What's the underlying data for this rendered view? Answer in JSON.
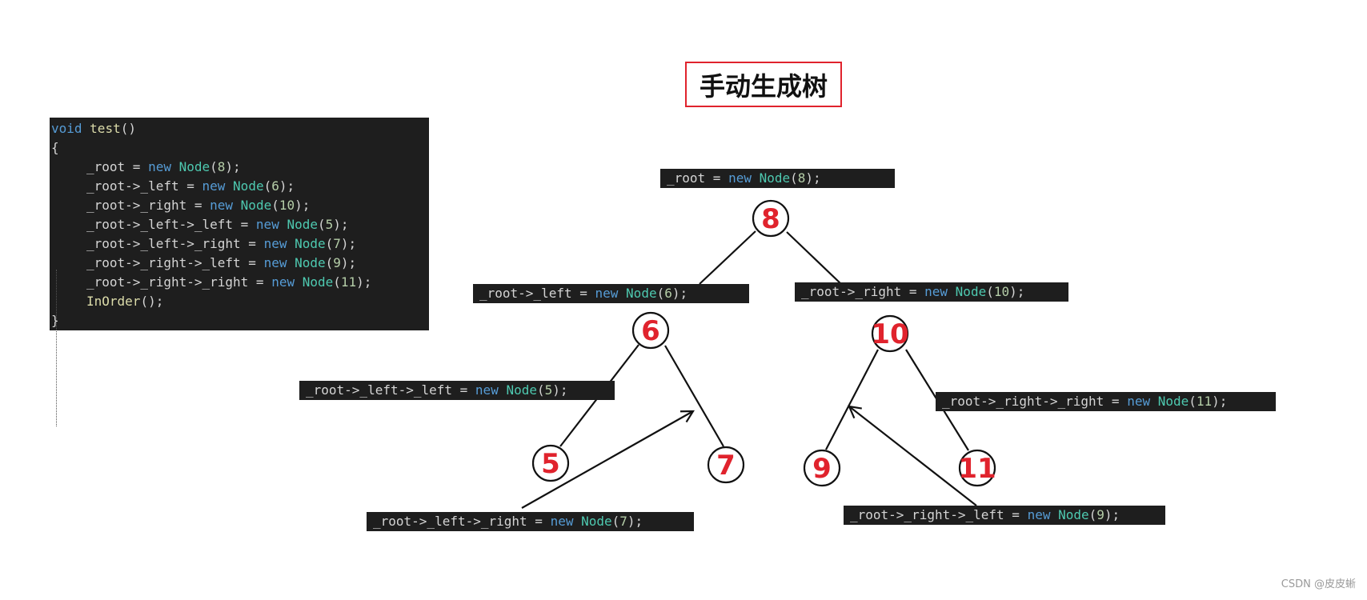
{
  "title": "手动生成树",
  "code": {
    "lines": [
      {
        "indent": false,
        "tokens": [
          {
            "t": "kw",
            "v": "void"
          },
          {
            "t": "var",
            "v": " "
          },
          {
            "t": "fn",
            "v": "test"
          },
          {
            "t": "pun",
            "v": "()"
          }
        ]
      },
      {
        "indent": false,
        "tokens": [
          {
            "t": "pun",
            "v": "{"
          }
        ]
      },
      {
        "indent": true,
        "tokens": [
          {
            "t": "var",
            "v": "_root = "
          },
          {
            "t": "kw",
            "v": "new"
          },
          {
            "t": "var",
            "v": " "
          },
          {
            "t": "cls",
            "v": "Node"
          },
          {
            "t": "pun",
            "v": "("
          },
          {
            "t": "num",
            "v": "8"
          },
          {
            "t": "pun",
            "v": ");"
          }
        ]
      },
      {
        "indent": true,
        "tokens": [
          {
            "t": "var",
            "v": "_root->_left = "
          },
          {
            "t": "kw",
            "v": "new"
          },
          {
            "t": "var",
            "v": " "
          },
          {
            "t": "cls",
            "v": "Node"
          },
          {
            "t": "pun",
            "v": "("
          },
          {
            "t": "num",
            "v": "6"
          },
          {
            "t": "pun",
            "v": ");"
          }
        ]
      },
      {
        "indent": true,
        "tokens": [
          {
            "t": "var",
            "v": "_root->_right = "
          },
          {
            "t": "kw",
            "v": "new"
          },
          {
            "t": "var",
            "v": " "
          },
          {
            "t": "cls",
            "v": "Node"
          },
          {
            "t": "pun",
            "v": "("
          },
          {
            "t": "num",
            "v": "10"
          },
          {
            "t": "pun",
            "v": ");"
          }
        ]
      },
      {
        "indent": true,
        "tokens": [
          {
            "t": "var",
            "v": "_root->_left->_left = "
          },
          {
            "t": "kw",
            "v": "new"
          },
          {
            "t": "var",
            "v": " "
          },
          {
            "t": "cls",
            "v": "Node"
          },
          {
            "t": "pun",
            "v": "("
          },
          {
            "t": "num",
            "v": "5"
          },
          {
            "t": "pun",
            "v": ");"
          }
        ]
      },
      {
        "indent": true,
        "tokens": [
          {
            "t": "var",
            "v": "_root->_left->_right = "
          },
          {
            "t": "kw",
            "v": "new"
          },
          {
            "t": "var",
            "v": " "
          },
          {
            "t": "cls",
            "v": "Node"
          },
          {
            "t": "pun",
            "v": "("
          },
          {
            "t": "num",
            "v": "7"
          },
          {
            "t": "pun",
            "v": ");"
          }
        ]
      },
      {
        "indent": true,
        "tokens": [
          {
            "t": "var",
            "v": "_root->_right->_left = "
          },
          {
            "t": "kw",
            "v": "new"
          },
          {
            "t": "var",
            "v": " "
          },
          {
            "t": "cls",
            "v": "Node"
          },
          {
            "t": "pun",
            "v": "("
          },
          {
            "t": "num",
            "v": "9"
          },
          {
            "t": "pun",
            "v": ");"
          }
        ]
      },
      {
        "indent": true,
        "tokens": [
          {
            "t": "var",
            "v": "_root->_right->_right = "
          },
          {
            "t": "kw",
            "v": "new"
          },
          {
            "t": "var",
            "v": " "
          },
          {
            "t": "cls",
            "v": "Node"
          },
          {
            "t": "pun",
            "v": "("
          },
          {
            "t": "num",
            "v": "11"
          },
          {
            "t": "pun",
            "v": ");"
          }
        ]
      },
      {
        "indent": true,
        "tokens": [
          {
            "t": "fn",
            "v": "InOrder"
          },
          {
            "t": "pun",
            "v": "();"
          }
        ]
      },
      {
        "indent": false,
        "tokens": [
          {
            "t": "pun",
            "v": "}"
          }
        ]
      }
    ]
  },
  "tree": {
    "nodes": [
      {
        "id": "8",
        "label": "8"
      },
      {
        "id": "6",
        "label": "6"
      },
      {
        "id": "10",
        "label": "10"
      },
      {
        "id": "5",
        "label": "5"
      },
      {
        "id": "7",
        "label": "7"
      },
      {
        "id": "9",
        "label": "9"
      },
      {
        "id": "11",
        "label": "11"
      }
    ],
    "edges": [
      {
        "from": "8",
        "to": "6"
      },
      {
        "from": "8",
        "to": "10"
      },
      {
        "from": "6",
        "to": "5"
      },
      {
        "from": "6",
        "to": "7"
      },
      {
        "from": "10",
        "to": "9"
      },
      {
        "from": "10",
        "to": "11"
      }
    ],
    "labels": [
      {
        "node": "8",
        "tokens": [
          {
            "t": "var",
            "v": "_root = "
          },
          {
            "t": "kw",
            "v": "new"
          },
          {
            "t": "var",
            "v": " "
          },
          {
            "t": "cls",
            "v": "Node"
          },
          {
            "t": "pun",
            "v": "("
          },
          {
            "t": "num",
            "v": "8"
          },
          {
            "t": "pun",
            "v": ");"
          }
        ]
      },
      {
        "node": "6",
        "tokens": [
          {
            "t": "var",
            "v": "_root->_left = "
          },
          {
            "t": "kw",
            "v": "new"
          },
          {
            "t": "var",
            "v": " "
          },
          {
            "t": "cls",
            "v": "Node"
          },
          {
            "t": "pun",
            "v": "("
          },
          {
            "t": "num",
            "v": "6"
          },
          {
            "t": "pun",
            "v": ");"
          }
        ]
      },
      {
        "node": "10",
        "tokens": [
          {
            "t": "var",
            "v": "_root->_right = "
          },
          {
            "t": "kw",
            "v": "new"
          },
          {
            "t": "var",
            "v": " "
          },
          {
            "t": "cls",
            "v": "Node"
          },
          {
            "t": "pun",
            "v": "("
          },
          {
            "t": "num",
            "v": "10"
          },
          {
            "t": "pun",
            "v": ");"
          }
        ]
      },
      {
        "node": "5",
        "tokens": [
          {
            "t": "var",
            "v": "_root->_left->_left = "
          },
          {
            "t": "kw",
            "v": "new"
          },
          {
            "t": "var",
            "v": " "
          },
          {
            "t": "cls",
            "v": "Node"
          },
          {
            "t": "pun",
            "v": "("
          },
          {
            "t": "num",
            "v": "5"
          },
          {
            "t": "pun",
            "v": ");"
          }
        ]
      },
      {
        "node": "11",
        "tokens": [
          {
            "t": "var",
            "v": "_root->_right->_right = "
          },
          {
            "t": "kw",
            "v": "new"
          },
          {
            "t": "var",
            "v": " "
          },
          {
            "t": "cls",
            "v": "Node"
          },
          {
            "t": "pun",
            "v": "("
          },
          {
            "t": "num",
            "v": "11"
          },
          {
            "t": "pun",
            "v": ");"
          }
        ]
      },
      {
        "node": "7",
        "tokens": [
          {
            "t": "var",
            "v": "_root->_left->_right = "
          },
          {
            "t": "kw",
            "v": "new"
          },
          {
            "t": "var",
            "v": " "
          },
          {
            "t": "cls",
            "v": "Node"
          },
          {
            "t": "pun",
            "v": "("
          },
          {
            "t": "num",
            "v": "7"
          },
          {
            "t": "pun",
            "v": ");"
          }
        ]
      },
      {
        "node": "9",
        "tokens": [
          {
            "t": "var",
            "v": "_root->_right->_left = "
          },
          {
            "t": "kw",
            "v": "new"
          },
          {
            "t": "var",
            "v": " "
          },
          {
            "t": "cls",
            "v": "Node"
          },
          {
            "t": "pun",
            "v": "("
          },
          {
            "t": "num",
            "v": "9"
          },
          {
            "t": "pun",
            "v": ");"
          }
        ]
      }
    ]
  },
  "watermark": "CSDN @皮皮蜥",
  "colors": {
    "node_stroke": "#111111",
    "node_text": "#e0232d",
    "title_border": "#e0232d",
    "code_bg": "#1e1e1e",
    "keyword": "#569cd6",
    "function": "#dcdcaa",
    "class": "#4ec9b0",
    "number": "#b5cea8",
    "text": "#d4d4d4"
  }
}
